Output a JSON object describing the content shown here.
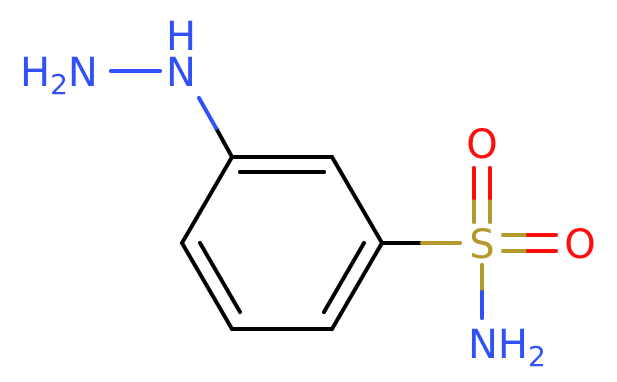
{
  "molecule": {
    "colors": {
      "bond": "#000000",
      "nitrogen": "#3050f8",
      "oxygen": "#ff0d0d",
      "sulfur": "#b49a2a"
    },
    "atoms": {
      "hydrazine_nh": {
        "element": "N",
        "text": "H",
        "label": "N",
        "sub": ""
      },
      "hydrazine_nh2": {
        "element": "N",
        "text": "H",
        "label": "N",
        "sub": "2"
      },
      "sulfur": {
        "element": "S",
        "label": "S"
      },
      "oxygen_top": {
        "element": "O",
        "label": "O"
      },
      "oxygen_right": {
        "element": "O",
        "label": "O"
      },
      "sulfonamide_nh2": {
        "element": "N",
        "label": "NH",
        "sub": "2"
      }
    }
  }
}
